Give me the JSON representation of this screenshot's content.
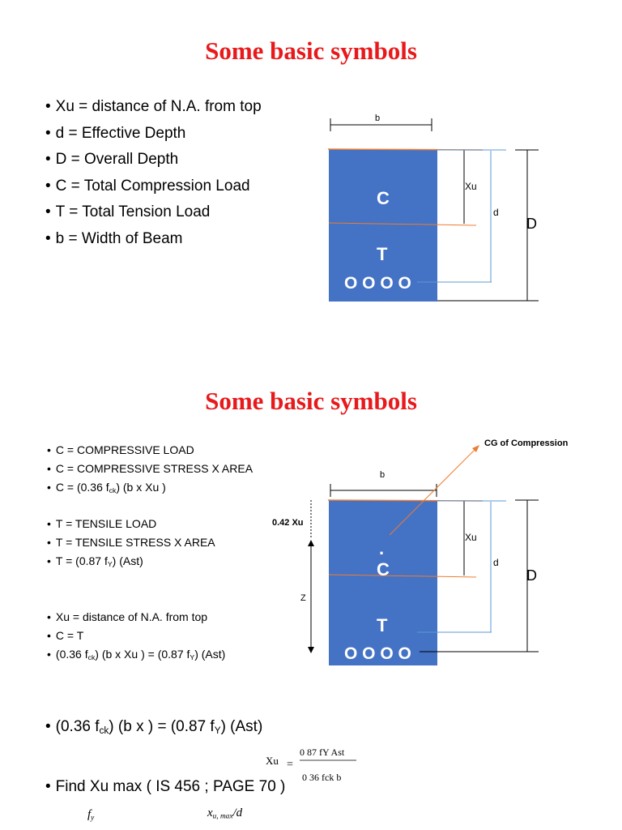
{
  "slide1": {
    "title": "Some basic symbols",
    "bullets": [
      "Xu = distance of N.A. from top",
      "d = Effective Depth",
      "D = Overall Depth",
      "C = Total Compression Load",
      "T = Total Tension Load",
      "b = Width of Beam"
    ],
    "diagram": {
      "b_label": "b",
      "xu_label": "Xu",
      "d_label": "d",
      "D_label": "D",
      "C_label": "C",
      "T_label": "T",
      "bars_label": "O O O O"
    }
  },
  "slide2": {
    "title": "Some basic symbols",
    "group1": [
      {
        "pre": "C = COMPRESSIVE LOAD"
      },
      {
        "pre": "C = COMPRESSIVE STRESS X AREA"
      },
      {
        "pre": "C = (0.36 f",
        "sub": "ck",
        "post": ") (b x Xu )"
      }
    ],
    "group2": [
      {
        "pre": "T = TENSILE LOAD"
      },
      {
        "pre": "T = TENSILE STRESS X AREA"
      },
      {
        "pre": "T = (0.87 f",
        "sub": "Y",
        "post": ") (Ast)"
      }
    ],
    "group3": [
      {
        "pre": "Xu = distance of N.A. from top"
      },
      {
        "pre": "C = T"
      },
      {
        "pre": "(0.36 f",
        "sub": "ck",
        "mid": ") (b x Xu ) = (0.87 f",
        "sub2": "Y",
        "post": ") (Ast)"
      }
    ],
    "diagram": {
      "cg_label": "CG of Compression",
      "b_label": "b",
      "lever_label": "0.42 Xu",
      "z_label": "Z",
      "xu_label": "Xu",
      "d_label": "d",
      "D_label": "D",
      "dot_label": ".",
      "C_label": "C",
      "T_label": "T",
      "bars_label": "O O O O"
    }
  },
  "slide3": {
    "bullet1": {
      "pre": "(0.36 f",
      "sub": "ck",
      "mid": ") (b x ) = (0.87 f",
      "sub2": "Y",
      "post": ") (Ast)"
    },
    "formula": {
      "lhs": "Xu",
      "eq": "=",
      "numerator": "0 87 fY Ast",
      "denominator": "0 36 fck b"
    },
    "bullet2": "Find Xu max ( IS 456 ; PAGE 70 )",
    "footer": {
      "fy": "f",
      "fy_sub": "y",
      "ratio": "x",
      "ratio_sub": "u, max",
      "ratio_post": "/d"
    }
  },
  "colors": {
    "title": "#e8191b",
    "beam": "#4472c4",
    "orange": "#ed7d31",
    "blue_line": "#5b9bd5"
  }
}
